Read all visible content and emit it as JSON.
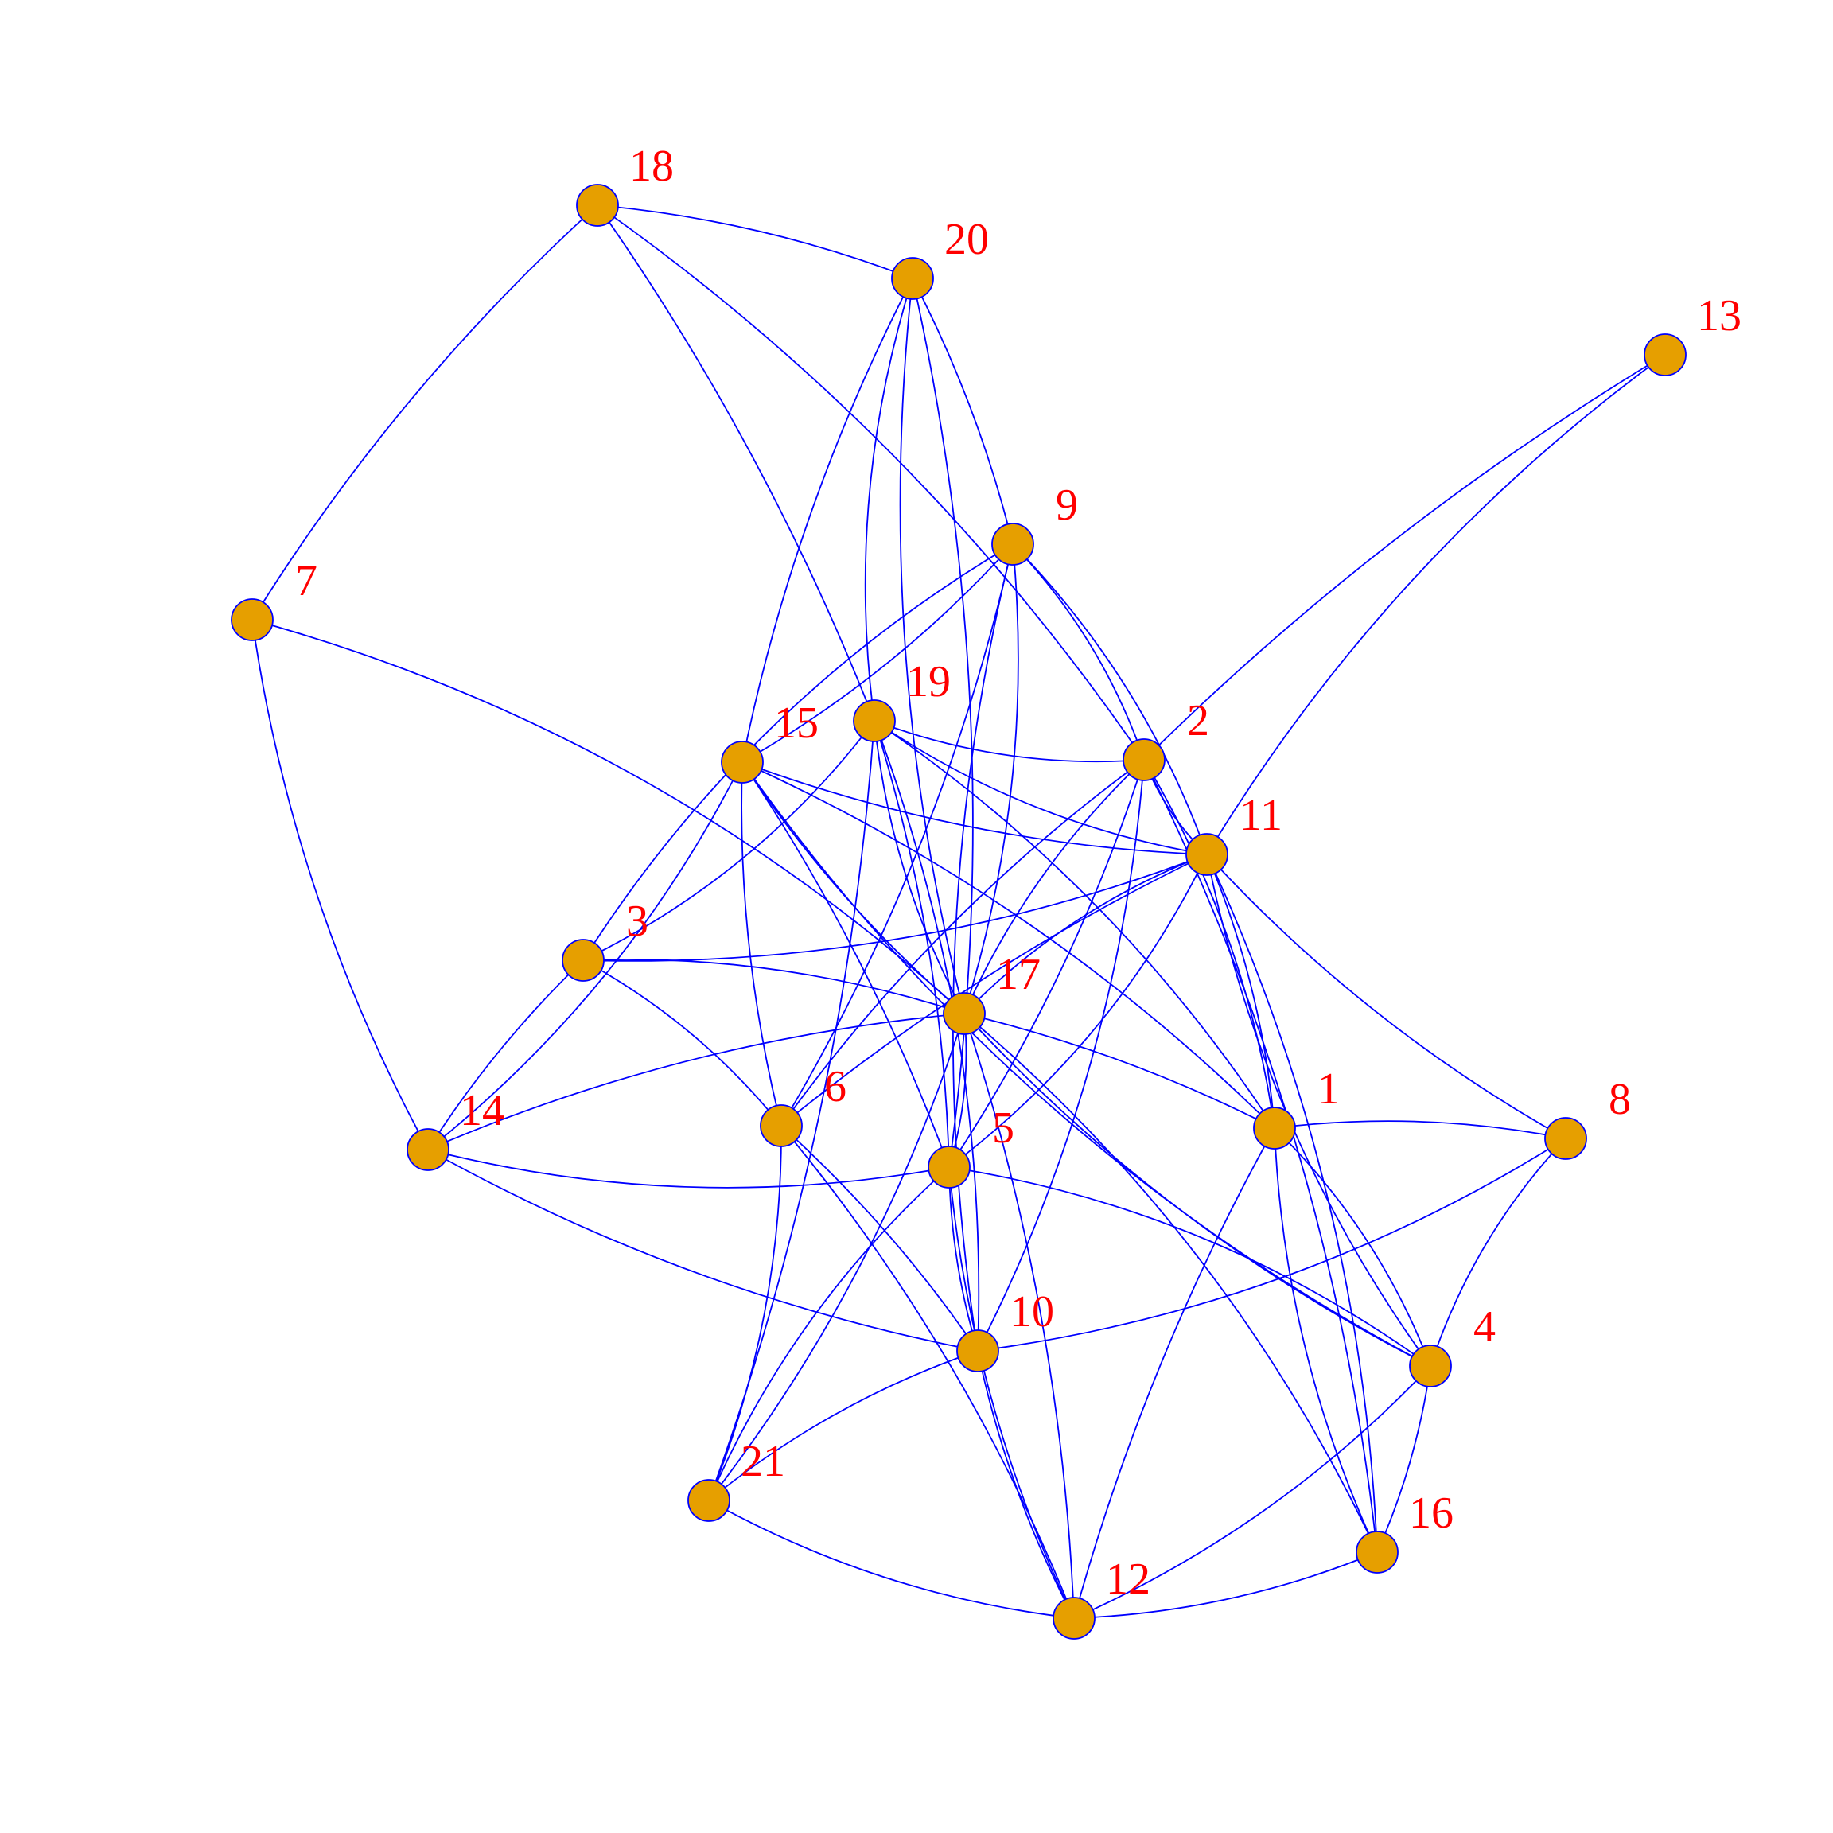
{
  "graph": {
    "type": "network",
    "colors": {
      "background": "#ffffff",
      "edge": "#0000ff",
      "node_fill": "#e69f00",
      "node_stroke": "#0000ff",
      "label": "#ff0000"
    },
    "nodes": [
      {
        "id": "1",
        "label": "1"
      },
      {
        "id": "2",
        "label": "2"
      },
      {
        "id": "3",
        "label": "3"
      },
      {
        "id": "4",
        "label": "4"
      },
      {
        "id": "5",
        "label": "5"
      },
      {
        "id": "6",
        "label": "6"
      },
      {
        "id": "7",
        "label": "7"
      },
      {
        "id": "8",
        "label": "8"
      },
      {
        "id": "9",
        "label": "9"
      },
      {
        "id": "10",
        "label": "10"
      },
      {
        "id": "11",
        "label": "11"
      },
      {
        "id": "12",
        "label": "12"
      },
      {
        "id": "13",
        "label": "13"
      },
      {
        "id": "14",
        "label": "14"
      },
      {
        "id": "15",
        "label": "15"
      },
      {
        "id": "16",
        "label": "16"
      },
      {
        "id": "17",
        "label": "17"
      },
      {
        "id": "18",
        "label": "18"
      },
      {
        "id": "19",
        "label": "19"
      },
      {
        "id": "20",
        "label": "20"
      },
      {
        "id": "21",
        "label": "21"
      }
    ],
    "edges": [
      [
        "18",
        "20"
      ],
      [
        "18",
        "7"
      ],
      [
        "18",
        "19"
      ],
      [
        "18",
        "2"
      ],
      [
        "7",
        "14"
      ],
      [
        "7",
        "17"
      ],
      [
        "20",
        "9"
      ],
      [
        "20",
        "15"
      ],
      [
        "20",
        "19"
      ],
      [
        "20",
        "17"
      ],
      [
        "20",
        "5"
      ],
      [
        "13",
        "2"
      ],
      [
        "13",
        "11"
      ],
      [
        "9",
        "2"
      ],
      [
        "9",
        "11"
      ],
      [
        "9",
        "15"
      ],
      [
        "9",
        "6"
      ],
      [
        "9",
        "17"
      ],
      [
        "9",
        "10"
      ],
      [
        "9",
        "3"
      ],
      [
        "15",
        "14"
      ],
      [
        "15",
        "6"
      ],
      [
        "15",
        "1"
      ],
      [
        "15",
        "11"
      ],
      [
        "15",
        "17"
      ],
      [
        "15",
        "5"
      ],
      [
        "15",
        "4"
      ],
      [
        "19",
        "3"
      ],
      [
        "19",
        "2"
      ],
      [
        "19",
        "11"
      ],
      [
        "19",
        "17"
      ],
      [
        "19",
        "1"
      ],
      [
        "19",
        "5"
      ],
      [
        "19",
        "21"
      ],
      [
        "19",
        "10"
      ],
      [
        "2",
        "11"
      ],
      [
        "2",
        "17"
      ],
      [
        "2",
        "6"
      ],
      [
        "2",
        "1"
      ],
      [
        "2",
        "5"
      ],
      [
        "2",
        "16"
      ],
      [
        "2",
        "10"
      ],
      [
        "11",
        "3"
      ],
      [
        "11",
        "17"
      ],
      [
        "11",
        "6"
      ],
      [
        "11",
        "1"
      ],
      [
        "11",
        "8"
      ],
      [
        "11",
        "16"
      ],
      [
        "11",
        "4"
      ],
      [
        "11",
        "5"
      ],
      [
        "3",
        "17"
      ],
      [
        "3",
        "6"
      ],
      [
        "3",
        "14"
      ],
      [
        "14",
        "17"
      ],
      [
        "14",
        "5"
      ],
      [
        "14",
        "10"
      ],
      [
        "17",
        "1"
      ],
      [
        "17",
        "5"
      ],
      [
        "17",
        "4"
      ],
      [
        "17",
        "16"
      ],
      [
        "17",
        "12"
      ],
      [
        "17",
        "21"
      ],
      [
        "6",
        "10"
      ],
      [
        "6",
        "12"
      ],
      [
        "6",
        "21"
      ],
      [
        "5",
        "4"
      ],
      [
        "5",
        "21"
      ],
      [
        "5",
        "12"
      ],
      [
        "5",
        "10"
      ],
      [
        "1",
        "8"
      ],
      [
        "1",
        "4"
      ],
      [
        "1",
        "12"
      ],
      [
        "1",
        "16"
      ],
      [
        "8",
        "10"
      ],
      [
        "8",
        "4"
      ],
      [
        "10",
        "21"
      ],
      [
        "10",
        "12"
      ],
      [
        "4",
        "12"
      ],
      [
        "4",
        "16"
      ],
      [
        "21",
        "12"
      ],
      [
        "12",
        "16"
      ]
    ]
  }
}
